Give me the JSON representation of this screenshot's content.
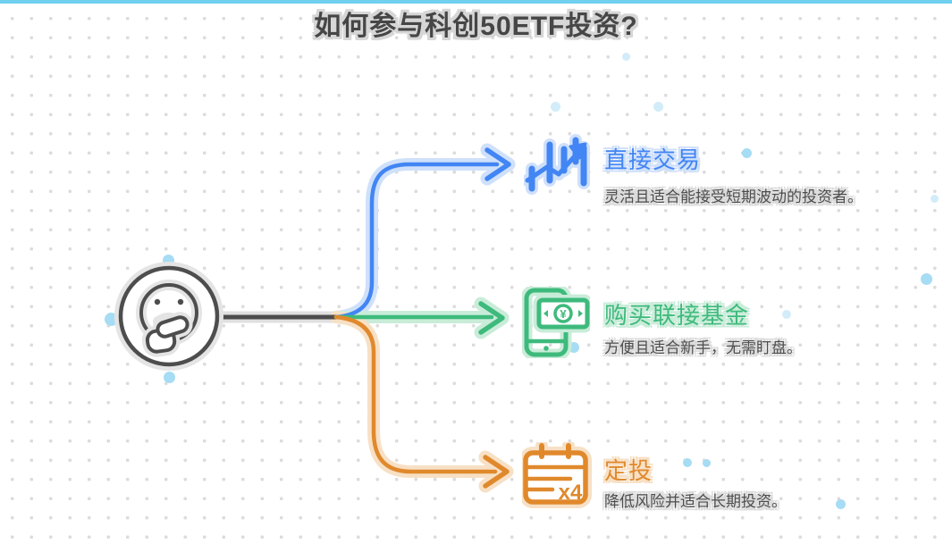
{
  "title": "如何参与科创50ETF投资?",
  "center": {
    "icon": "thinking-face-icon"
  },
  "branches": [
    {
      "id": "direct-trading",
      "label": "直接交易",
      "description": "灵活且适合能接受短期波动的投资者。",
      "icon": "candlestick-chart-arrow-icon",
      "color": "#4285f4",
      "halo_color": "#cfe0fa"
    },
    {
      "id": "feeder-fund",
      "label": "购买联接基金",
      "description": "方便且适合新手，无需盯盘。",
      "icon": "phone-banknote-icon",
      "icon_text": "¥",
      "color": "#3eba7c",
      "halo_color": "#c9ecd9"
    },
    {
      "id": "auto-invest",
      "label": "定投",
      "description": "降低风险并适合长期投资。",
      "icon": "calendar-x4-icon",
      "icon_text": "x4",
      "color": "#e0892c",
      "halo_color": "#f7e0c5"
    }
  ],
  "colors": {
    "title_text": "#464646",
    "title_halo": "#d6d6d6",
    "description_text": "#4d4d4d",
    "trunk_line": "#4d4d4d",
    "top_bar": "#6fd0f0",
    "grid_dots": "#dcdcdc",
    "decor_dots": "#a6dcf4"
  }
}
